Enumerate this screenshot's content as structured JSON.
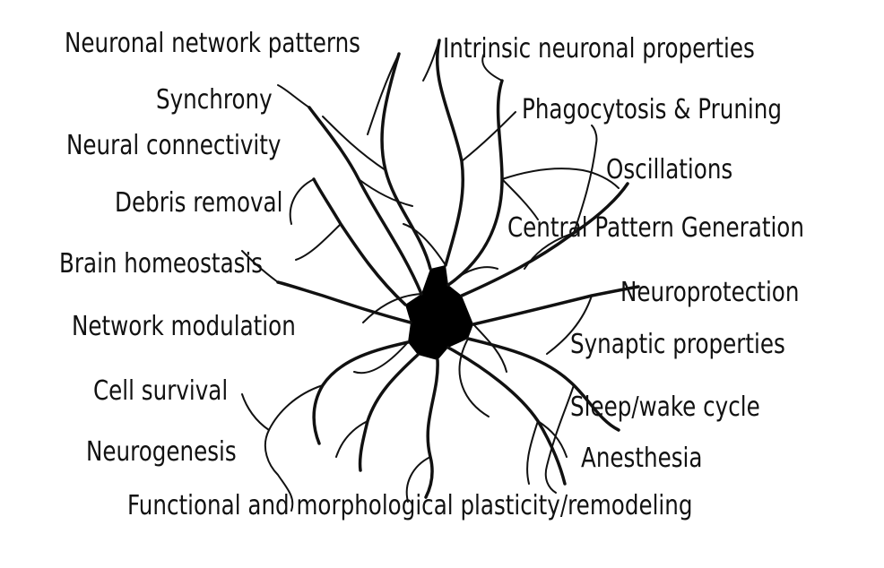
{
  "diagram": {
    "labels": [
      "Neuronal network patterns",
      "Intrinsic neuronal properties",
      "Synchrony",
      "Phagocytosis & Pruning",
      "Neural connectivity",
      "Oscillations",
      "Debris removal",
      "Central Pattern Generation",
      "Brain homeostasis",
      "Neuroprotection",
      "Network modulation",
      "Synaptic properties",
      "Cell survival",
      "Sleep/wake cycle",
      "Neurogenesis",
      "Anesthesia",
      "Functional and morphological plasticity/remodeling"
    ]
  },
  "colors": {
    "ink": "#111111",
    "background": "#ffffff"
  },
  "icons": {
    "center": "astrocyte-cell-icon"
  }
}
